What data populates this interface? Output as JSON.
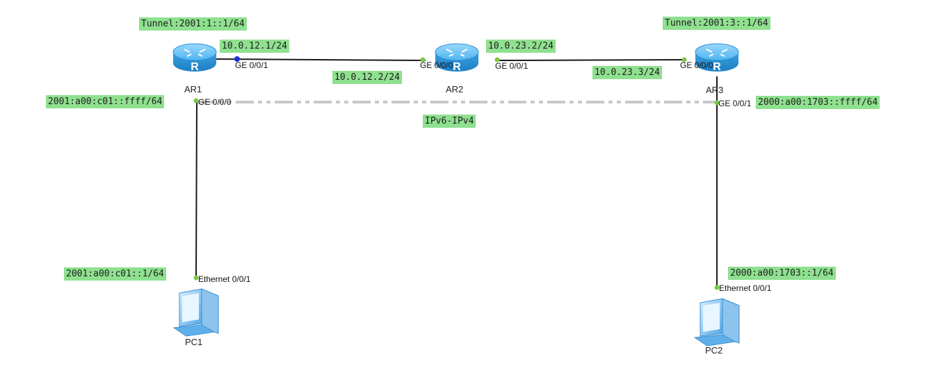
{
  "labels": {
    "tunnel_ar1": "Tunnel:2001:1::1/64",
    "tunnel_ar3": "Tunnel:2001:3::1/64",
    "ip_ar1_ge001": "10.0.12.1/24",
    "ip_ar2_ge000": "10.0.12.2/24",
    "ip_ar2_ge001": "10.0.23.2/24",
    "ip_ar3_ge000": "10.0.23.3/24",
    "ipv6_ar1_ge000": "2001:a00:c01::ffff/64",
    "ipv6_ar3_ge001": "2000:a00:1703::ffff/64",
    "tunnel_type": "IPv6-IPv4",
    "ipv6_pc1": "2001:a00:c01::1/64",
    "ipv6_pc2": "2000:a00:1703::1/64"
  },
  "ports": {
    "ar1_ge001": "GE 0/0/1",
    "ar1_ge000": "GE 0/0/0",
    "ar2_ge000": "GE 0/0/0",
    "ar2_ge001": "GE 0/0/1",
    "ar3_ge000": "GE 0/0/0",
    "ar3_ge001": "GE 0/0/1",
    "pc1_eth": "Ethernet 0/0/1",
    "pc2_eth": "Ethernet 0/0/1"
  },
  "devices": {
    "ar1": "AR1",
    "ar2": "AR2",
    "ar3": "AR3",
    "pc1": "PC1",
    "pc2": "PC2"
  },
  "colors": {
    "label_bg": "#8fe08f",
    "link": "#1a1a1a",
    "tunnel_link": "#c8c8c8",
    "port_dot": "#7ac943",
    "active_dot": "#1c2fd6",
    "router_body": "#3aa7e8"
  },
  "icons": {
    "router": "router-icon",
    "pc": "pc-icon"
  }
}
